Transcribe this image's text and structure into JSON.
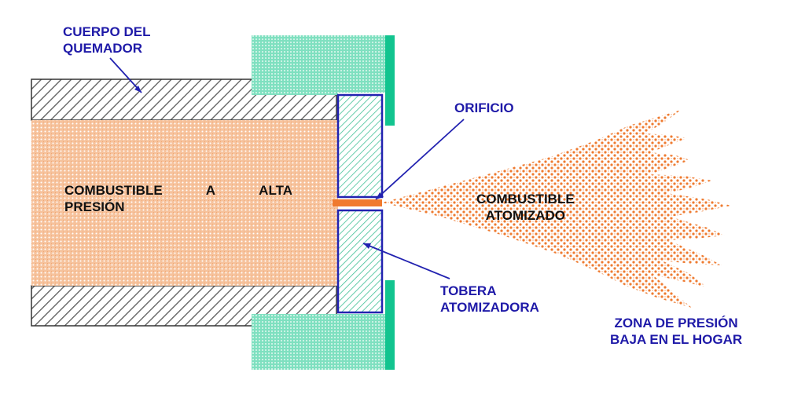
{
  "labels": {
    "burner_body": [
      "CUERPO DEL",
      "QUEMADOR"
    ],
    "orifice": "ORIFICIO",
    "high_pressure_fuel": [
      "COMBUSTIBLE",
      "A",
      "ALTA",
      "PRESIÓN"
    ],
    "atomized_fuel": [
      "COMBUSTIBLE",
      "ATOMIZADO"
    ],
    "atomizing_nozzle": [
      "TOBERA",
      "ATOMIZADORA"
    ],
    "low_pressure_zone": [
      "ZONA DE PRESIÓN",
      "BAJA EN EL HOGAR"
    ]
  },
  "colors": {
    "label_blue": "#1f1aa8",
    "label_black": "#111111",
    "fuel_orange": "#f07a2e",
    "fuel_fill": "#f8c9a4",
    "nozzle_green": "#12c48f",
    "nozzle_outline": "#2222b0",
    "hatch_gray": "#555555"
  }
}
